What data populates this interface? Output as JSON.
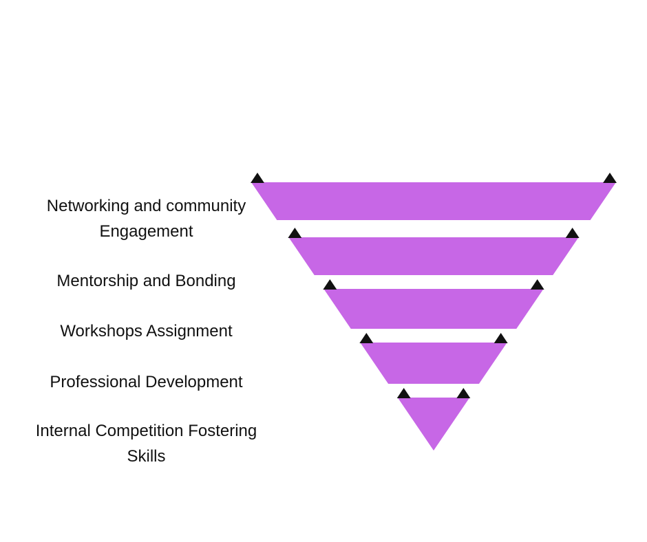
{
  "diagram": {
    "type": "inverted-funnel",
    "level_count": 5,
    "levels": [
      {
        "lines": [
          "Networking and community",
          "Engagement"
        ]
      },
      {
        "lines": [
          "Mentorship and Bonding"
        ]
      },
      {
        "lines": [
          "Workshops Assignment"
        ]
      },
      {
        "lines": [
          "Professional Development"
        ]
      },
      {
        "lines": [
          "Internal Competition Fostering",
          "Skills"
        ]
      }
    ],
    "colors": {
      "segment_fill": "#C767E6",
      "corner_marker": "#111111",
      "label_text": "#111111",
      "background": "#FFFFFF"
    }
  }
}
